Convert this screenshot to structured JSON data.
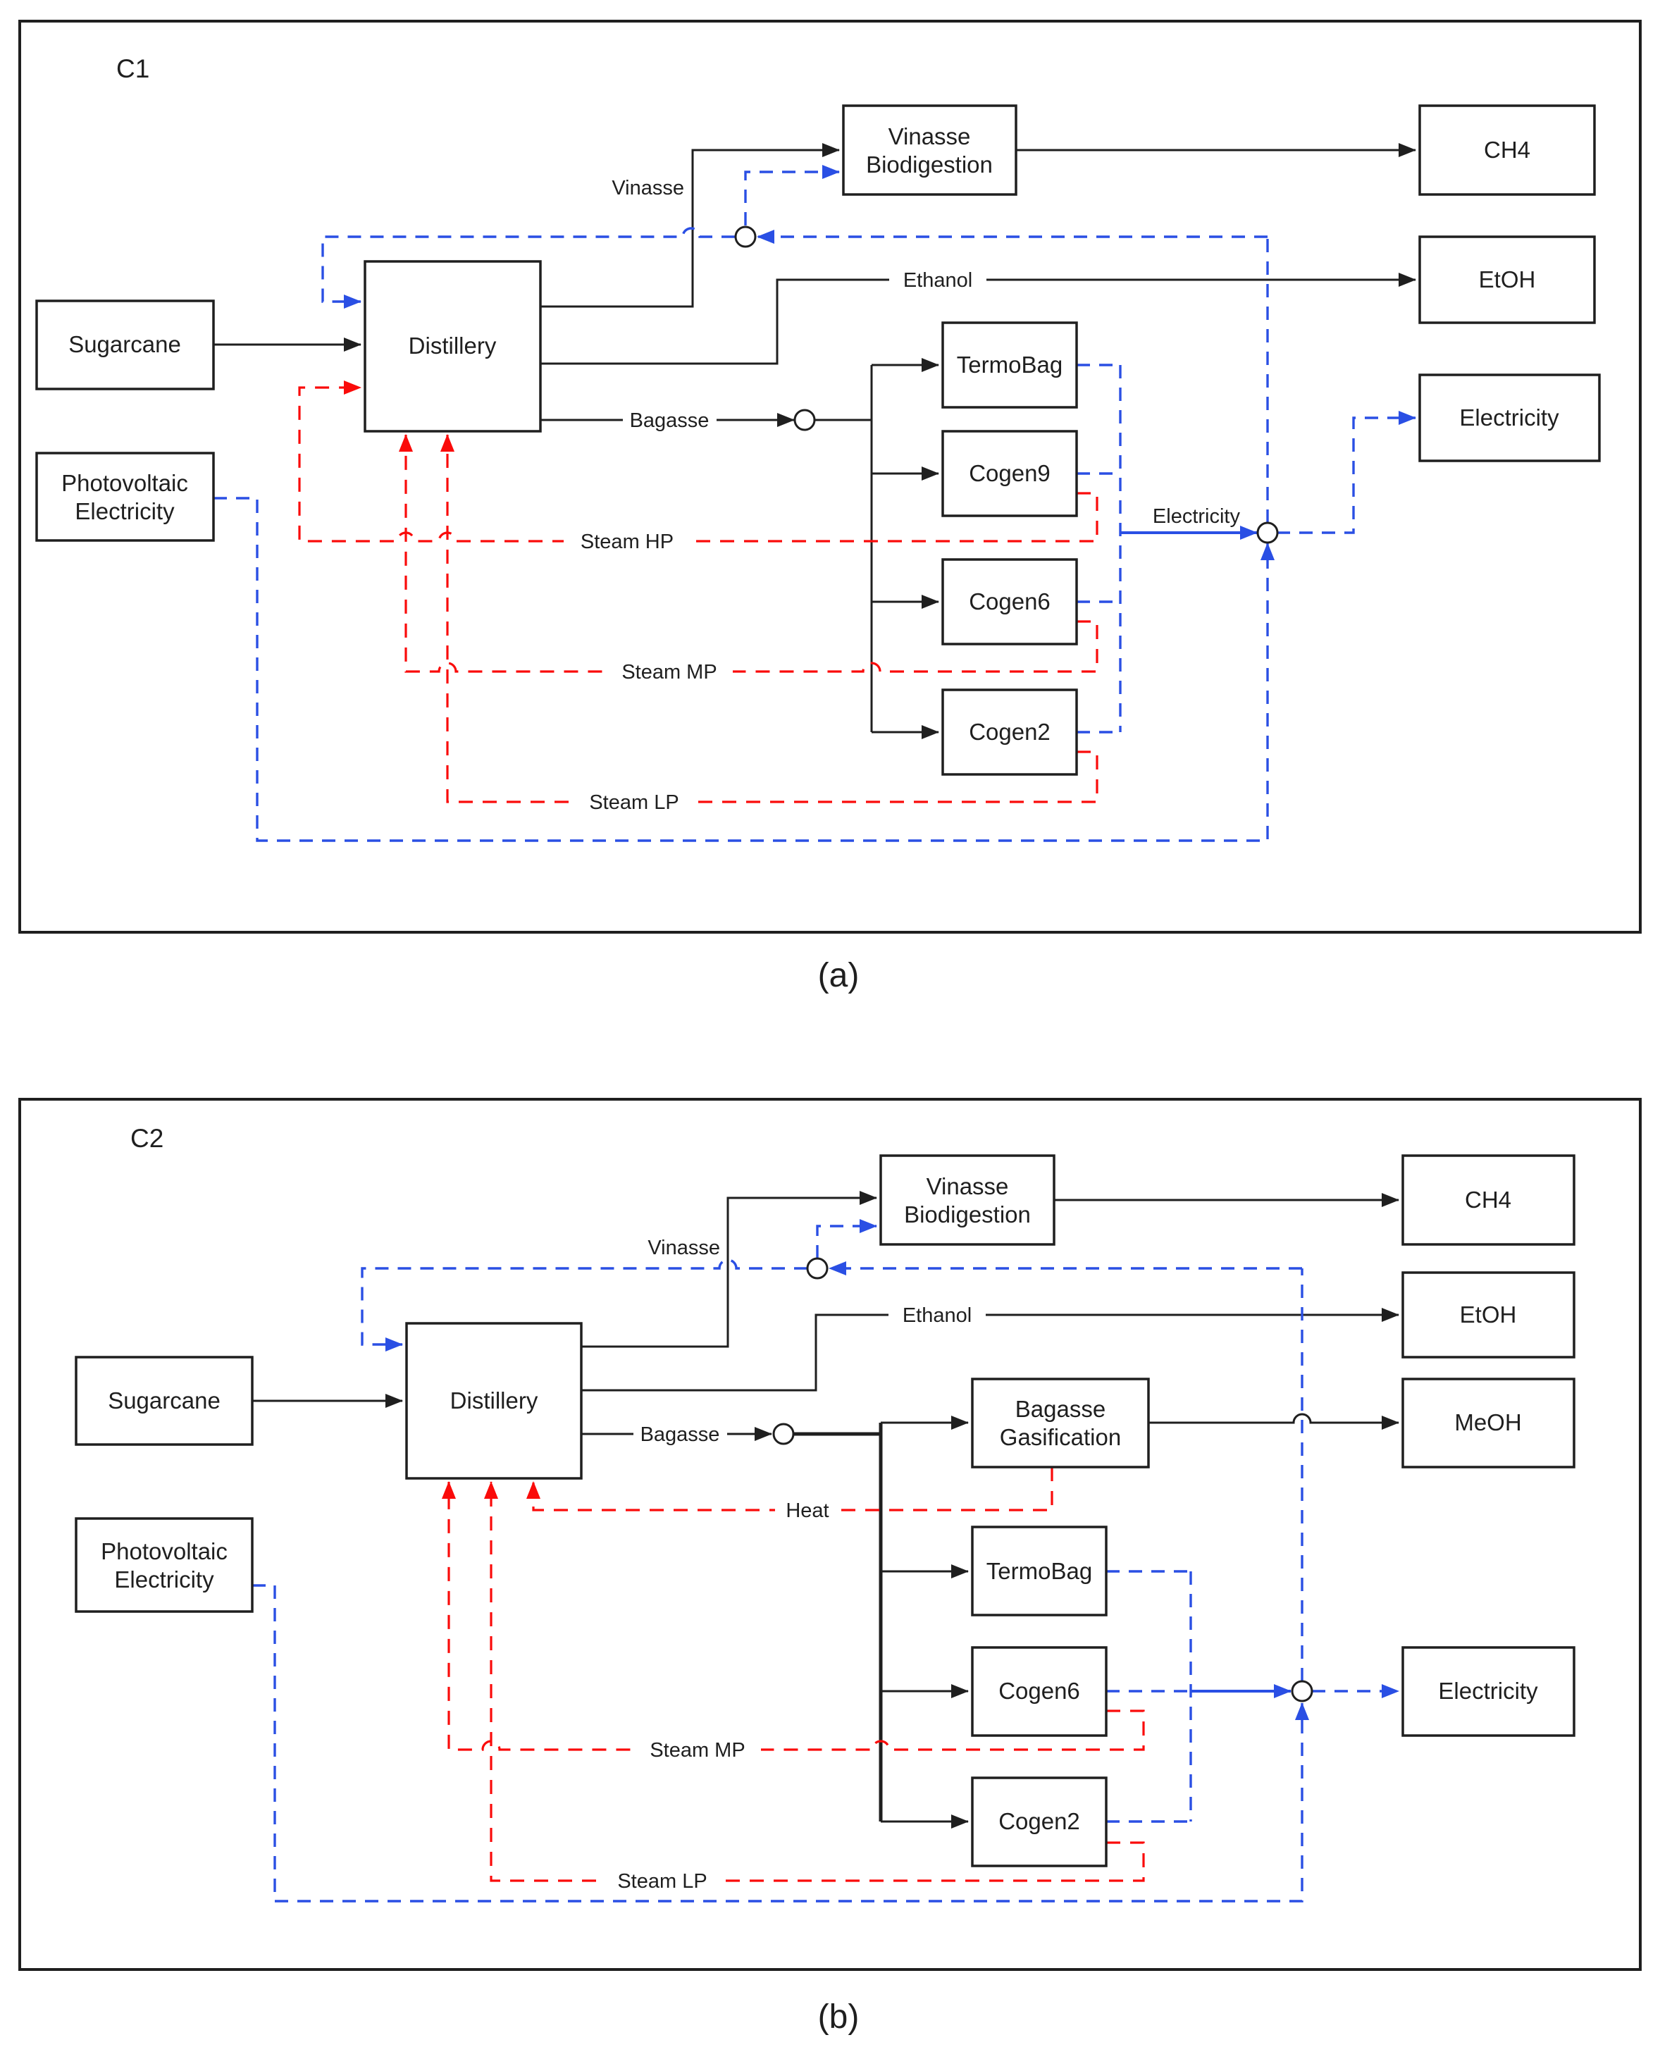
{
  "colors": {
    "line_black": "#1f1f1f",
    "steam_red": "#fa0b0a",
    "electricity_blue": "#2a4fe4",
    "node_fill": "#ffffff",
    "background": "#ffffff"
  },
  "p1": {
    "corner_label": "C1",
    "caption": "(a)",
    "nodes": {
      "sugarcane": {
        "label": "Sugarcane"
      },
      "photovoltaic": {
        "line1": "Photovoltaic",
        "line2": "Electricity"
      },
      "distillery": {
        "label": "Distillery"
      },
      "vinasse_biodigestion": {
        "line1": "Vinasse",
        "line2": "Biodigestion"
      },
      "ch4": {
        "label": "CH4"
      },
      "etoh": {
        "label": "EtOH"
      },
      "electricity": {
        "label": "Electricity"
      },
      "termobag": {
        "label": "TermoBag"
      },
      "cogen9": {
        "label": "Cogen9"
      },
      "cogen6": {
        "label": "Cogen6"
      },
      "cogen2": {
        "label": "Cogen2"
      }
    },
    "flows": {
      "vinasse": "Vinasse",
      "ethanol": "Ethanol",
      "bagasse": "Bagasse",
      "electricity": "Electricity",
      "steam_hp": "Steam HP",
      "steam_mp": "Steam MP",
      "steam_lp": "Steam LP"
    }
  },
  "p2": {
    "corner_label": "C2",
    "caption": "(b)",
    "nodes": {
      "sugarcane": {
        "label": "Sugarcane"
      },
      "photovoltaic": {
        "line1": "Photovoltaic",
        "line2": "Electricity"
      },
      "distillery": {
        "label": "Distillery"
      },
      "vinasse_biodigestion": {
        "line1": "Vinasse",
        "line2": "Biodigestion"
      },
      "ch4": {
        "label": "CH4"
      },
      "etoh": {
        "label": "EtOH"
      },
      "meoh": {
        "label": "MeOH"
      },
      "bagasse_gasification": {
        "line1": "Bagasse",
        "line2": "Gasification"
      },
      "termobag": {
        "label": "TermoBag"
      },
      "cogen6": {
        "label": "Cogen6"
      },
      "cogen2": {
        "label": "Cogen2"
      },
      "electricity": {
        "label": "Electricity"
      }
    },
    "flows": {
      "vinasse": "Vinasse",
      "ethanol": "Ethanol",
      "bagasse": "Bagasse",
      "heat": "Heat",
      "steam_mp": "Steam MP",
      "steam_lp": "Steam LP"
    }
  }
}
